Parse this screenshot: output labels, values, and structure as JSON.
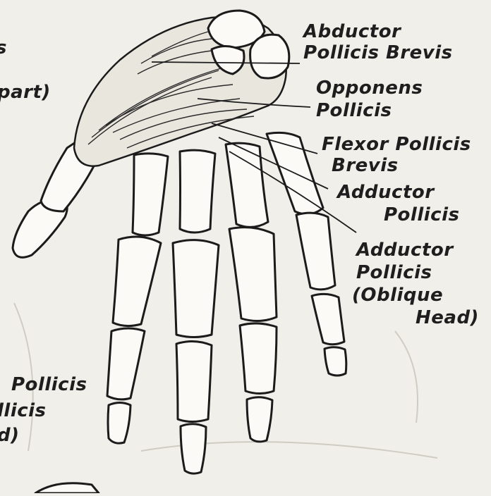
{
  "labels_right": [
    {
      "id": "abductor-pollicis-brevis",
      "lines": [
        "Abductor",
        "Pollicis Brevis"
      ]
    },
    {
      "id": "opponens-pollicis",
      "lines": [
        "Opponens",
        "Pollicis"
      ]
    },
    {
      "id": "flexor-pollicis-brevis",
      "lines": [
        "Flexor Pollicis",
        "Brevis"
      ]
    },
    {
      "id": "adductor-pollicis",
      "lines": [
        "Adductor",
        "Pollicis"
      ]
    },
    {
      "id": "adductor-pollicis-oblique-head",
      "lines": [
        "Adductor",
        "Pollicis",
        "(Oblique",
        "Head)"
      ]
    }
  ],
  "labels_left": [
    {
      "id": "left-partial-1",
      "text": "s"
    },
    {
      "id": "left-partial-2",
      "text": "part)"
    },
    {
      "id": "left-partial-3",
      "text": "Pollicis"
    },
    {
      "id": "left-partial-4",
      "text": "llicis"
    },
    {
      "id": "left-partial-5",
      "text": "d)"
    }
  ],
  "colors": {
    "paper": "#f1efe9",
    "ink": "#1b1b1b",
    "bone": "#fbfaf6"
  }
}
